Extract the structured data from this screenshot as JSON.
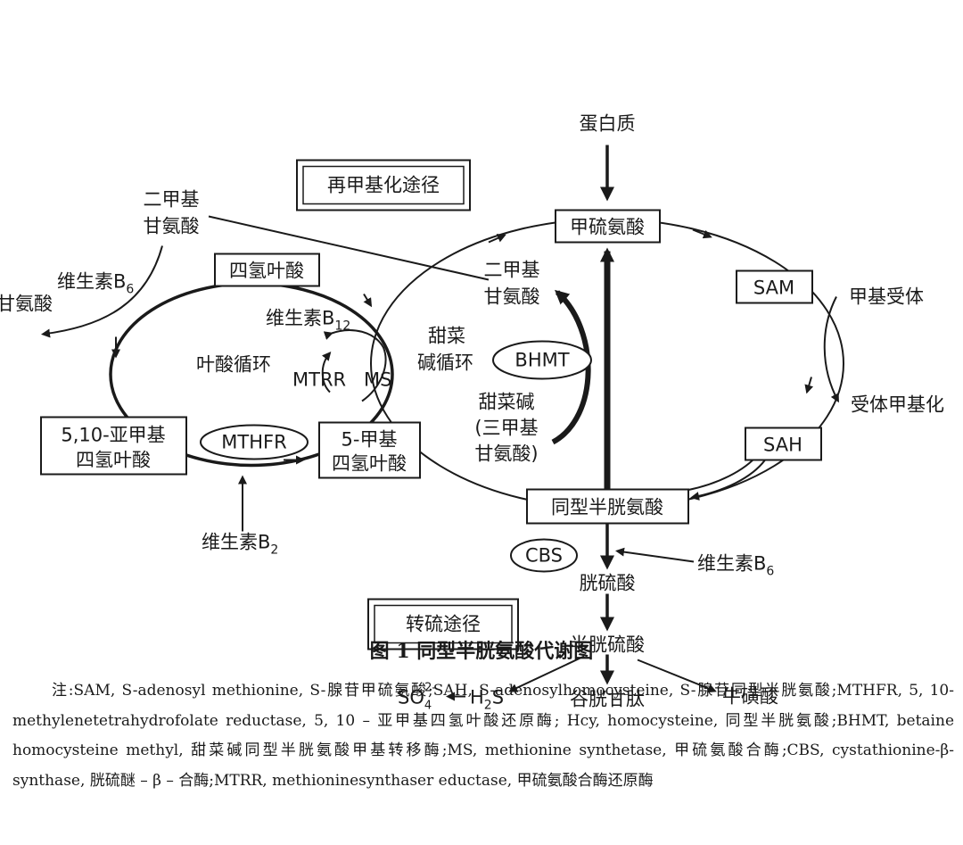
{
  "diagram": {
    "protein": "蛋白质",
    "remethylation_pathway": "再甲基化途径",
    "transsulfuration_pathway": "转硫途径",
    "methionine": "甲硫氨酸",
    "sam": "SAM",
    "sah": "SAH",
    "homocysteine": "同型半胱氨酸",
    "methyl_acceptor": "甲基受体",
    "methylated_acceptor": "受体甲基化",
    "dimethylglycine_left_1": "二甲基",
    "dimethylglycine_left_2": "甘氨酸",
    "dimethylglycine_inner_1": "二甲基",
    "dimethylglycine_inner_2": "甘氨酸",
    "vitamin_b6_left": "维生素B",
    "vitamin_b6_left_sub": "6",
    "glycine": "甘氨酸",
    "thf": "四氢叶酸",
    "vitamin_b12": "维生素B",
    "vitamin_b12_sub": "12",
    "folate_cycle": "叶酸循环",
    "mtrr": "MTRR",
    "ms": "MS",
    "methylene_thf_1": "5,10-亚甲基",
    "methylene_thf_2": "四氢叶酸",
    "mthfr": "MTHFR",
    "methyl_thf_1": "5-甲基",
    "methyl_thf_2": "四氢叶酸",
    "vitamin_b2": "维生素B",
    "vitamin_b2_sub": "2",
    "betaine_cycle_1": "甜菜",
    "betaine_cycle_2": "碱循环",
    "bhmt": "BHMT",
    "betaine_1": "甜菜碱",
    "betaine_2": "(三甲基",
    "betaine_3": "甘氨酸)",
    "cbs": "CBS",
    "vitamin_b6_right": "维生素B",
    "vitamin_b6_right_sub": "6",
    "cystathionine": "胱硫酸",
    "cysteine": "半胱硫酸",
    "so4": "SO",
    "so4_sub": "4",
    "so4_sup": "2-",
    "h2s_h": "H",
    "h2s_sub": "2",
    "h2s_s": "S",
    "glutathione": "谷胱甘肽",
    "taurine": "牛磺酸"
  },
  "caption": "图 1 同型半胱氨酸代谢图",
  "note": "注:SAM, S-adenosyl methionine, S-腺苷甲硫氨酸;SAH, S-adenosylhomocysteine, S-腺苷同型半胱氨酸;MTHFR, 5, 10-methylenetetrahydrofolate reductase, 5, 10 – 亚甲基四氢叶酸还原酶; Hcy, homocysteine, 同型半胱氨酸;BHMT, betaine homocysteine methyl, 甜菜碱同型半胱氨酸甲基转移酶;MS, methionine synthetase, 甲硫氨酸合酶;CBS, cystathionine-β-synthase, 胱硫醚 – β – 合酶;MTRR, methioninesynthaser eductase, 甲硫氨酸合酶还原酶"
}
